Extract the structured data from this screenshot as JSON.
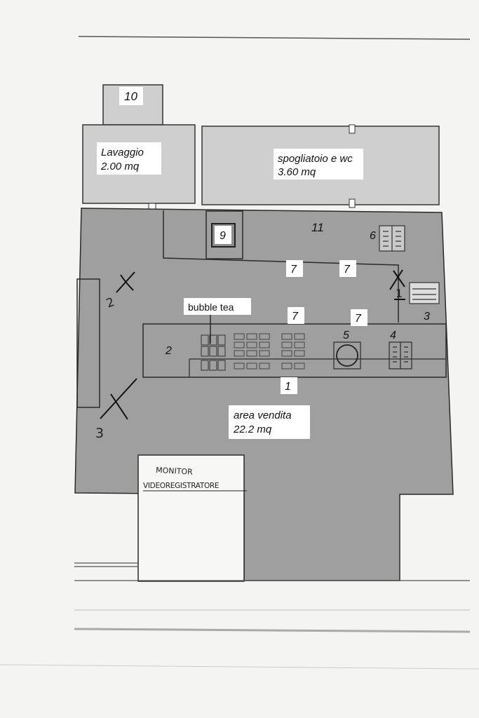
{
  "plan": {
    "rooms": {
      "lavaggio": {
        "name": "Lavaggio",
        "area": "2.00 mq"
      },
      "spogliatoio": {
        "name": "spogliatoio e wc",
        "area": "3.60 mq"
      },
      "area_vendita": {
        "name": "area vendita",
        "area": "22.2 mq"
      }
    },
    "labels": {
      "n10": "10",
      "n9": "9",
      "n11": "11",
      "n6": "6",
      "n7a": "7",
      "n7b": "7",
      "n7c": "7",
      "n7d": "7",
      "n1_right": "1",
      "n3_right": "3",
      "n2": "2",
      "n5": "5",
      "n4": "4",
      "n1": "1",
      "n2_left": "2",
      "n3_left": "3",
      "bubble_tea": "bubble tea"
    },
    "monitor": {
      "line1": "MONITOR",
      "line2": "VIDEOREGISTRATORE"
    }
  },
  "colors": {
    "floor": "#9f9f9f",
    "background": "#f4f4f2",
    "room": "#cdcdcd",
    "line": "#2a2a2a",
    "label_box": "#ffffff"
  }
}
